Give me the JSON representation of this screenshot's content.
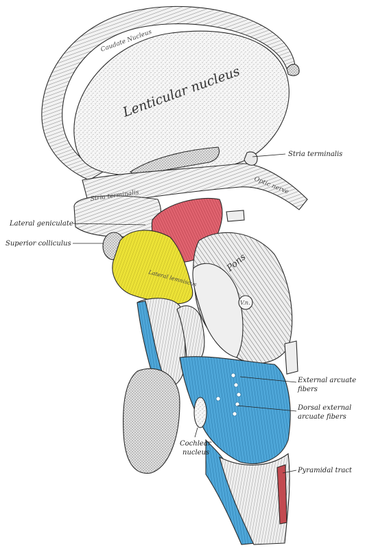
{
  "colors": {
    "background": "#ffffff",
    "ink": "#2a2a2a",
    "structure_fill": "#f1f1f1",
    "red_region": "#e0636f",
    "yellow_region": "#ece236",
    "blue_region": "#4ea6d8"
  },
  "labels": {
    "caudate_nucleus": "Caudate Nucleus",
    "lenticular_nucleus": "Lenticular nucleus",
    "stria_terminalis_upper": "Stria terminalis",
    "stria_terminalis_lower": "Stria terminalis",
    "optic_nerve": "Optic nerve",
    "lateral_geniculate": "Lateral geniculate",
    "superior_colliculus": "Superior colliculus",
    "pons": "Pons",
    "nerve_v": "V.n.",
    "lateral_lemniscus": "Lateral lemniscus",
    "external_arcuate_fibers_1": "External arcuate",
    "external_arcuate_fibers_2": "fibers",
    "dorsal_external_arcuate_1": "Dorsal external",
    "dorsal_external_arcuate_2": "arcuate fibers",
    "cochlear_nucleus_1": "Cochlear",
    "cochlear_nucleus_2": "nucleus",
    "pyramidal_tract": "Pyramidal tract"
  }
}
